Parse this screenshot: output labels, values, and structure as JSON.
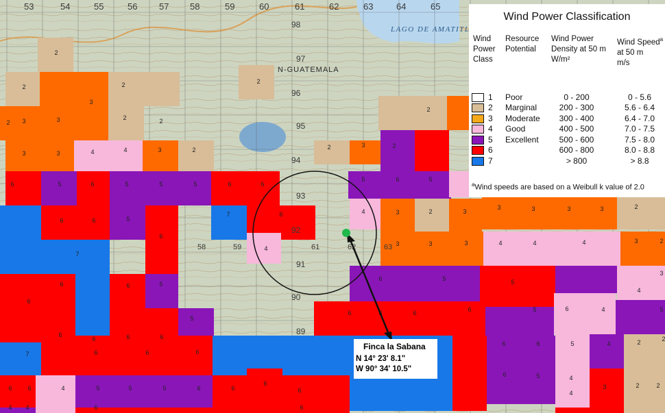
{
  "legend": {
    "title": "Wind Power Classification",
    "headers": {
      "class": [
        "Wind",
        "Power",
        "Class"
      ],
      "resource": [
        "Resource",
        "Potential"
      ],
      "density": [
        "Wind Power",
        "Density at 50 m",
        "W/m²"
      ],
      "speed": [
        "Wind Speed",
        "at 50 m",
        "m/s"
      ],
      "speed_sup": "a"
    },
    "rows": [
      {
        "cls": "1",
        "res": "Poor",
        "den": "0 - 200",
        "spd": "0 - 5.6",
        "color": "#ffffff"
      },
      {
        "cls": "2",
        "res": "Marginal",
        "den": "200 - 300",
        "spd": "5.6 - 6.4",
        "color": "#d8bd98"
      },
      {
        "cls": "3",
        "res": "Moderate",
        "den": "300 - 400",
        "spd": "6.4 - 7.0",
        "color": "#f5a81a"
      },
      {
        "cls": "4",
        "res": "Good",
        "den": "400 - 500",
        "spd": "7.0 - 7.5",
        "color": "#f7b8dc"
      },
      {
        "cls": "5",
        "res": "Excellent",
        "den": "500 - 600",
        "spd": "7.5 - 8.0",
        "color": "#8a16b8"
      },
      {
        "cls": "6",
        "res": "",
        "den": "600 - 800",
        "spd": "8.0 - 8.8",
        "color": "#ff0000"
      },
      {
        "cls": "7",
        "res": "",
        "den": "> 800",
        "spd": "> 8.8",
        "color": "#1878e8"
      }
    ],
    "note_sup": "a",
    "note": "Wind speeds are based on a Weibull k value of 2.0"
  },
  "callout": {
    "title": "Finca la Sabana",
    "lat": "N 14° 23' 8.1\"",
    "lon": "W 90° 34' 10.5\""
  },
  "map_labels": {
    "top_ticks": [
      "53",
      "54",
      "55",
      "56",
      "57",
      "58",
      "59",
      "60",
      "61",
      "62",
      "63",
      "64",
      "65"
    ],
    "right_ticks": [
      "98",
      "97",
      "96",
      "95",
      "94",
      "93",
      "92",
      "91",
      "90",
      "89"
    ],
    "inner_ticks": [
      "58",
      "59",
      "61",
      "62",
      "63"
    ],
    "place_labels": [
      "N-GUATEMALA",
      "LAGO DE AMATITLAN"
    ]
  },
  "colors": {
    "class_2": "#d8bd98",
    "class_3": "#ff6a00",
    "class_4": "#f7b8dc",
    "class_5": "#8a16b8",
    "class_6": "#ff0000",
    "class_7": "#1878e8",
    "site_marker": "#1fb84a",
    "topo_base": "#cdd5c0"
  },
  "map": {
    "cells": [
      {
        "c": 2,
        "l": 3
      },
      {
        "c": 2,
        "l": 2
      },
      {
        "c": 2,
        "l": 6
      },
      {
        "c": 3,
        "l": 5
      },
      {
        "c": 3,
        "l": 1
      },
      {
        "c": 3,
        "l": 3
      },
      {
        "c": 4,
        "l": 4
      },
      {
        "c": 5,
        "l": 5
      },
      {
        "c": 6,
        "l": 7
      },
      {
        "c": 7,
        "l": 2
      }
    ]
  }
}
